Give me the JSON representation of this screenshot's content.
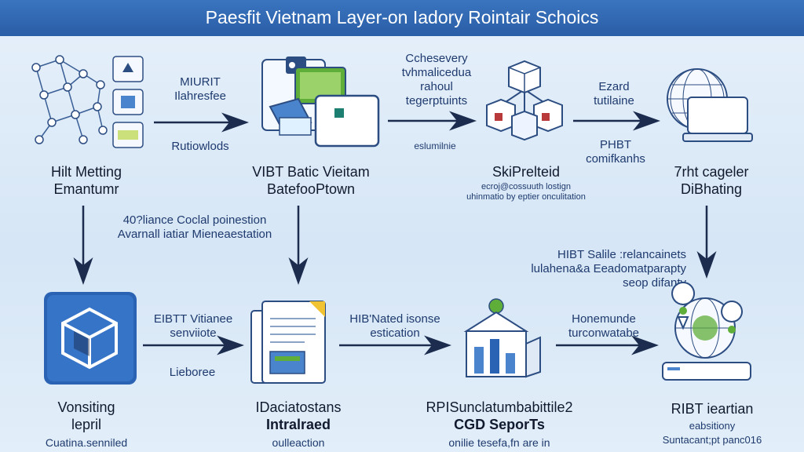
{
  "title": "Paesfit Vietnam Layer-on Iadory Rointair Schoics",
  "nodes": {
    "n1": {
      "line1": "Hilt Metting",
      "line2": "Emantumr"
    },
    "n2": {
      "line1": "VIBT Batic Vieitam",
      "line2": "BatefooPtown"
    },
    "n3": {
      "line1": "SkiPrelteid",
      "sub1": "ecroj@cossuuth lostign",
      "sub2": "uhinmatio by eptier onculitation"
    },
    "n4": {
      "line1": "7rht cageler",
      "line2": "DiBhating"
    },
    "n5": {
      "line1": "Vonsiting",
      "line2": "lepril",
      "sub": "Cuatina.senniled"
    },
    "n6": {
      "line1": "IDaciatostans",
      "line2": "Intralraed",
      "sub": "oulleaction"
    },
    "n7": {
      "line1": "RPISunclatumbabittile2",
      "line2": "CGD SeporTs",
      "sub": "onilie tesefa,fn are in"
    },
    "n8": {
      "line1": "RIBT ieartian",
      "sub1": "eabsitiony",
      "sub2": "Suntacant;pt panc016"
    }
  },
  "edges": {
    "e1": {
      "top": "MIURIT",
      "mid": "Ilahresfee",
      "bot": "Rutiowlods"
    },
    "e2": {
      "l1": "Cchesevery",
      "l2": "tvhmalicedua",
      "l3": "rahoul",
      "l4": "tegerptuints",
      "bot": "eslumilnie"
    },
    "e3": {
      "top": "Ezard",
      "mid": "tutilaine",
      "b1": "PHBT",
      "b2": "comifkanhs"
    },
    "down1": {
      "l1": "40?liance Coclal poinestion",
      "l2": "Avarnall iatiar Mieneaestation"
    },
    "right_side": {
      "l1": "HIBT Salile :relancainets",
      "l2": "lulahena&a Eeadomatparapty",
      "l3": "seop difanty"
    },
    "e5": {
      "l1": "EIBTT Vitianee",
      "l2": "senviiote",
      "bot": "Lieboree"
    },
    "e6": {
      "l1": "HIB'Nated isonse",
      "l2": "estication"
    },
    "e7": {
      "l1": "Honemunde",
      "l2": "turconwatabe"
    }
  },
  "colors": {
    "accent": "#2a5ea6",
    "arrow": "#1b2c4e",
    "green": "#5fae3a",
    "box": "#4a84cc"
  }
}
